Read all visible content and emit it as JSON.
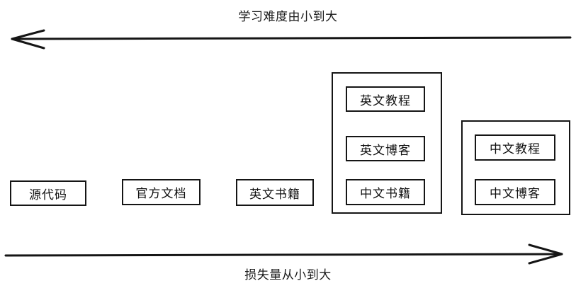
{
  "diagram": {
    "title_top": "学习难度由小到大",
    "title_bottom": "损失量从小到大",
    "top_axis": {
      "direction": "left",
      "label": "学习难度由小到大"
    },
    "bottom_axis": {
      "direction": "right",
      "label": "损失量从小到大"
    },
    "colors": {
      "stroke": "#151515",
      "text": "#111111",
      "background": "#ffffff"
    },
    "columns": [
      {
        "id": "col-1",
        "grouped": false,
        "items": [
          {
            "label": "源代码"
          }
        ]
      },
      {
        "id": "col-2",
        "grouped": false,
        "items": [
          {
            "label": "官方文档"
          }
        ]
      },
      {
        "id": "col-3",
        "grouped": false,
        "items": [
          {
            "label": "英文书籍"
          }
        ]
      },
      {
        "id": "col-4",
        "grouped": true,
        "items": [
          {
            "label": "英文教程"
          },
          {
            "label": "英文博客"
          },
          {
            "label": "中文书籍"
          }
        ]
      },
      {
        "id": "col-5",
        "grouped": true,
        "items": [
          {
            "label": "中文教程"
          },
          {
            "label": "中文博客"
          }
        ]
      }
    ]
  }
}
